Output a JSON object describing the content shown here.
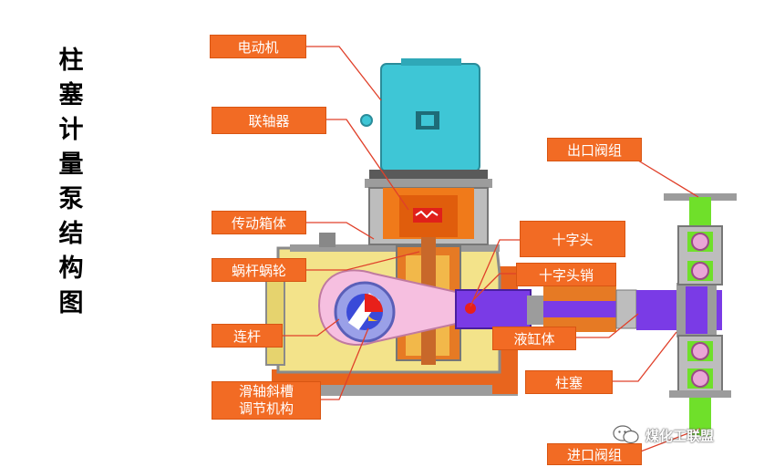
{
  "title_chars": [
    "柱",
    "塞",
    "计",
    "量",
    "泵",
    "结",
    "构",
    "图"
  ],
  "labels": {
    "motor": "电动机",
    "coupling": "联轴器",
    "gearbox": "传动箱体",
    "worm_gear": "蜗杆蜗轮",
    "connecting_rod": "连杆",
    "slide_shaft_line1": "滑轴斜槽",
    "slide_shaft_line2": "调节机构",
    "crosshead": "十字头",
    "crosshead_pin": "十字头销",
    "cylinder": "液缸体",
    "plunger": "柱塞",
    "outlet_valve": "出口阀组",
    "inlet_valve": "进口阀组"
  },
  "watermark": "煤化工联盟",
  "colors": {
    "label_bg": "#f26b24",
    "motor": "#3ec6d6",
    "housing": "#f3e38a",
    "coupling": "#f07a1a",
    "plunger": "#7a3be6",
    "valve_green": "#6fe02a",
    "leader": "#e0402a"
  }
}
